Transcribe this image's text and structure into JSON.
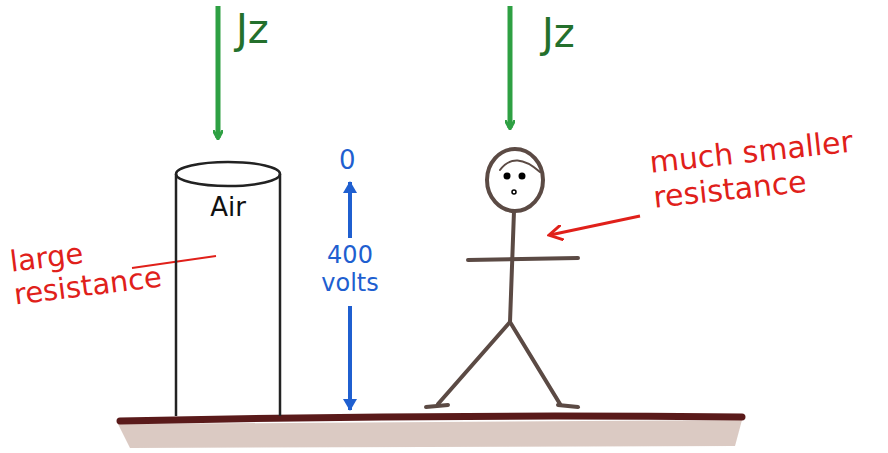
{
  "diagram": {
    "nodes": [
      {
        "text": [
          "Air"
        ]
      }
    ],
    "labels": [
      "Jz",
      "Jz",
      "large resistance",
      "0",
      "400 volts",
      "much smaller resistance"
    ]
  }
}
